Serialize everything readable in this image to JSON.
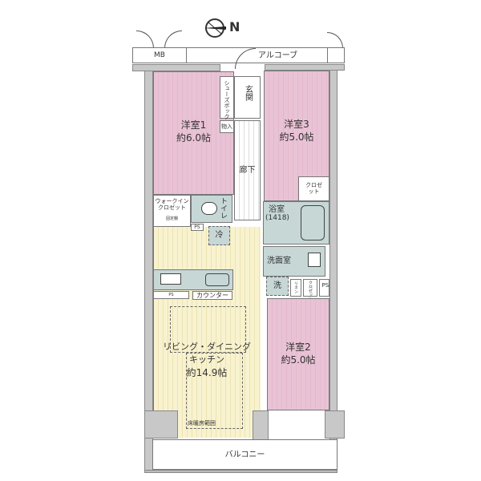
{
  "compass": {
    "label": "N"
  },
  "exterior": {
    "mb": "MB",
    "alcove": "アルコーブ",
    "balcony": "バルコニー"
  },
  "rooms": {
    "western1": {
      "name": "洋室1",
      "size": "約6.0帖"
    },
    "western2": {
      "name": "洋室2",
      "size": "約5.0帖"
    },
    "western3": {
      "name": "洋室3",
      "size": "約5.0帖"
    },
    "ldk": {
      "name": "リビング・ダイニング",
      "name2": "キッチン",
      "size": "約14.9帖"
    },
    "entrance": "玄関",
    "shoebox": "シューズボックス",
    "storage": "物入",
    "hallway": "廊下",
    "closet3": "クロゼット",
    "walkin": "ウォークインクロゼット",
    "fixed_shelf": "固定棚",
    "toilet": "トイレ",
    "bath": {
      "name": "浴室",
      "size": "(1418)"
    },
    "washroom": "洗面室",
    "washer": "洗",
    "fridge": "冷",
    "linen": "リネン",
    "closet2": "クロゼット",
    "ps": "PS",
    "ps_small": "PS",
    "ps_kitchen": "PS",
    "counter": "カウンター",
    "floor_heating": "床暖房範囲"
  },
  "colors": {
    "room": "#e9c3d5",
    "ldk": "#f8f2cf",
    "wet": "#c6d7d6",
    "wall": "#c8c8c8"
  }
}
